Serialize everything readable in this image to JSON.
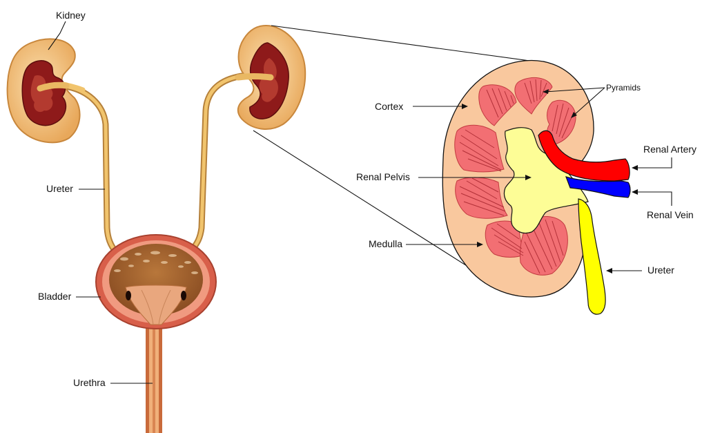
{
  "left_labels": {
    "kidney": "Kidney",
    "ureter": "Ureter",
    "bladder": "Bladder",
    "urethra": "Urethra"
  },
  "right_labels": {
    "pyramids": "Pyramids",
    "cortex": "Cortex",
    "renal_pelvis": "Renal Pelvis",
    "medulla": "Medulla",
    "renal_artery": "Renal Artery",
    "renal_vein": "Renal Vein",
    "ureter": "Ureter"
  },
  "colors": {
    "cortex": "#f9c89e",
    "medulla": "#f26f73",
    "pelvis": "#fdfd96",
    "ureter_yellow": "#ffff00",
    "artery": "#ff0000",
    "vein": "#0000ff",
    "kidney_outer": "#f0b469",
    "kidney_inner": "#8e1a1a",
    "ureter_tube": "#e9b863",
    "bladder_wall": "#e9826d",
    "bladder_inner": "#a6652f",
    "urethra": "#e69a62"
  }
}
